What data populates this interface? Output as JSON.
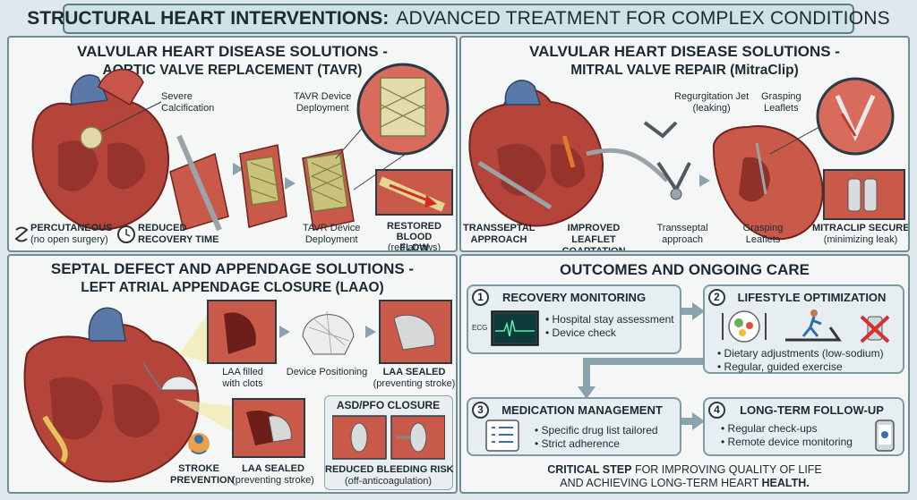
{
  "header": {
    "title_bold": "STRUCTURAL HEART INTERVENTIONS:",
    "title_rest": "ADVANCED TREATMENT FOR COMPLEX CONDITIONS"
  },
  "tavr": {
    "title_line1": "VALVULAR HEART DISEASE SOLUTIONS -",
    "title_line2": "AORTIC VALVE REPLACEMENT (TAVR)",
    "severe_calcification": "Severe\nCalcification",
    "device_deployment_top": "TAVR Device\nDeployment",
    "device_deployment_bottom": "TAVR Device\nDeployment",
    "percutaneous": "PERCUTANEOUS",
    "percutaneous_sub": "(no open surgery)",
    "reduced": "REDUCED",
    "recovery_time": "RECOVERY TIME",
    "restored": "RESTORED BLOOD\nFLOW",
    "restored_sub": "(red arrows)"
  },
  "mitral": {
    "title_line1": "VALVULAR HEART DISEASE SOLUTIONS -",
    "title_line2": "MITRAL VALVE REPAIR (MitraClip)",
    "regurgitation": "Regurgitation Jet\n(leaking)",
    "grasping_top": "Grasping\nLeaflets",
    "transseptal_bold": "TRANSSEPTAL\nAPPROACH",
    "improved": "IMPROVED\nLEAFLET COAPTATION",
    "transseptal": "Transseptal\napproach",
    "grasping_bottom": "Grasping\nLeaflets",
    "secured": "MITRACLIP SECURED",
    "secured_sub": "(minimizing leak)"
  },
  "laao": {
    "title_line1": "SEPTAL DEFECT AND APPENDAGE SOLUTIONS -",
    "title_line2": "LEFT ATRIAL APPENDAGE CLOSURE (LAAO)",
    "laa_clots": "LAA filled\nwith clots",
    "device_positioning": "Device Positioning",
    "laa_sealed_top": "LAA SEALED",
    "laa_sealed_top_sub": "(preventing stroke)",
    "stroke": "STROKE\nPREVENTION",
    "laa_sealed_bottom": "LAA SEALED",
    "laa_sealed_bottom_sub": "(preventing stroke)",
    "asd_title": "ASD/PFO CLOSURE",
    "bleeding": "REDUCED BLEEDING RISK",
    "bleeding_sub": "(off-anticoagulation)"
  },
  "outcomes": {
    "title": "OUTCOMES AND ONGOING CARE",
    "cards": [
      {
        "num": "1",
        "title": "RECOVERY MONITORING",
        "bullets": [
          "Hospital stay assessment",
          "Device check"
        ]
      },
      {
        "num": "2",
        "title": "LIFESTYLE OPTIMIZATION",
        "bullets": [
          "Dietary adjustments (low-sodium)",
          "Regular, guided exercise"
        ]
      },
      {
        "num": "3",
        "title": "MEDICATION MANAGEMENT",
        "bullets": [
          "Specific drug list tailored",
          "Strict adherence"
        ]
      },
      {
        "num": "4",
        "title": "LONG-TERM FOLLOW-UP",
        "bullets": [
          "Regular check-ups",
          "Remote device monitoring"
        ]
      }
    ],
    "ecg_label": "ECG",
    "footer_bold": "CRITICAL STEP",
    "footer_rest": "FOR IMPROVING QUALITY OF LIFE",
    "footer_line2": "AND ACHIEVING LONG-TERM HEART",
    "footer_bold2": "HEALTH."
  },
  "colors": {
    "heart": "#b5443a",
    "heart_dark": "#7e2a24",
    "vessel_blue": "#5a79a8",
    "stent": "#c9c27a",
    "panel_border": "#6f8c93",
    "arrow": "#8aa3ad"
  }
}
